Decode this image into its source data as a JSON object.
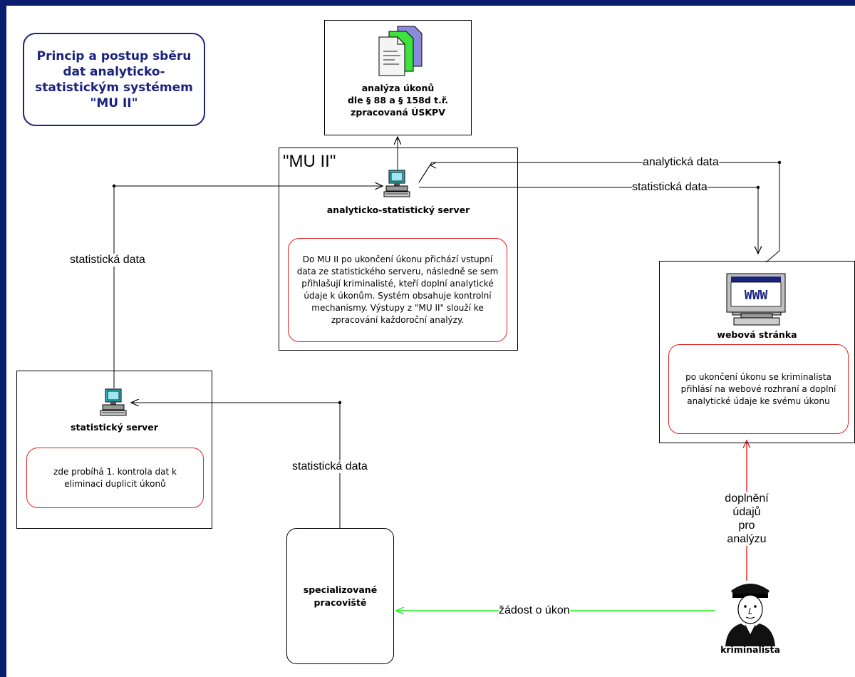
{
  "title": "Princip a postup sběru dat analyticko-statistickým systémem \"MU II\"",
  "analysis_doc": {
    "label": "analýza úkonů\ndle § 88  a § 158d t.ř.\nzpracovaná ÚSKPV"
  },
  "mu2": {
    "label": "\"MU II\"",
    "server_label": "analyticko-statistický server",
    "description": "Do MU II po ukončení úkonu přichází vstupní data ze statistického serveru, následně se sem přihlašují kriminalisté, kteří doplní analytické údaje k úkonům. Systém obsahuje kontrolní mechanismy. Výstupy z \"MU II\" slouží ke zpracování každoroční analýzy."
  },
  "stat_server": {
    "label": "statistický server",
    "description": "zde probíhá 1. kontrola dat k eliminaci duplicit úkonů"
  },
  "web": {
    "label": "webová stránka",
    "screen_text": "WWW",
    "description": "po ukončení úkonu se kriminalista přihlásí na  webové rozhraní a doplní analytické údaje ke svému úkonu"
  },
  "spec": {
    "label": "specializované\npracoviště"
  },
  "criminalist": {
    "label": "kriminalista"
  },
  "flows": {
    "analytical_data": "analytická data",
    "statistical_data_right": "statistická data",
    "statistical_data_left": "statistická data",
    "statistical_data_mid": "statistická data",
    "supplement": "doplnění\núdajů\npro\nanalýzu",
    "request": "žádost o úkon"
  },
  "colors": {
    "frame": "#0a1d6f",
    "title": "#1a237e",
    "red_flow": "#e02020",
    "green_flow": "#22ee22"
  },
  "icons": {
    "documents": "documents-icon",
    "computer": "computer-icon",
    "web": "www-monitor-icon",
    "person": "police-officer-icon"
  }
}
